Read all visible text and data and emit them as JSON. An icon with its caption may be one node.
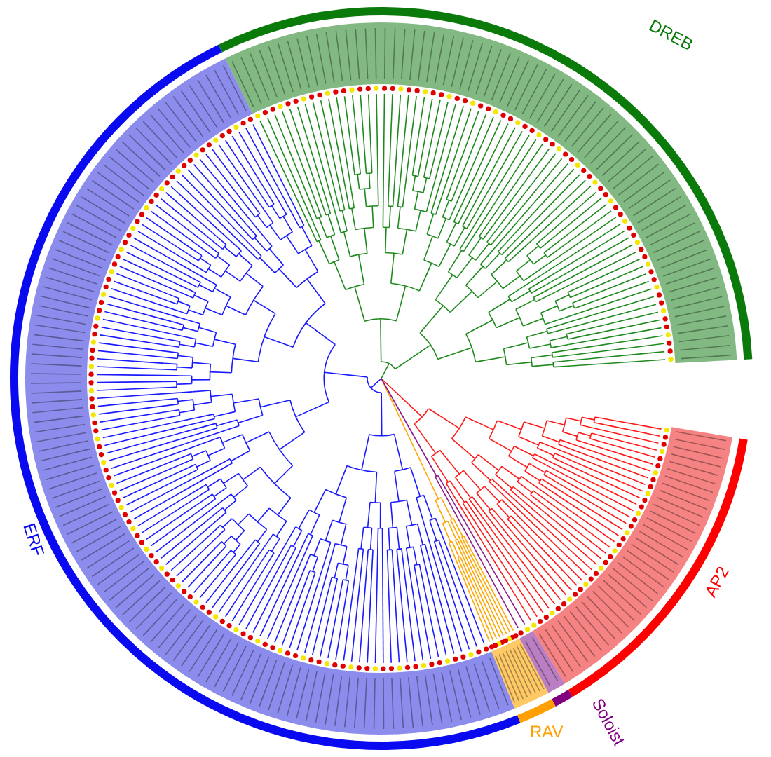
{
  "diagram": {
    "labels": [
      "DREB",
      "ERF",
      "AP2",
      "RAV",
      "Soloist"
    ]
  }
}
